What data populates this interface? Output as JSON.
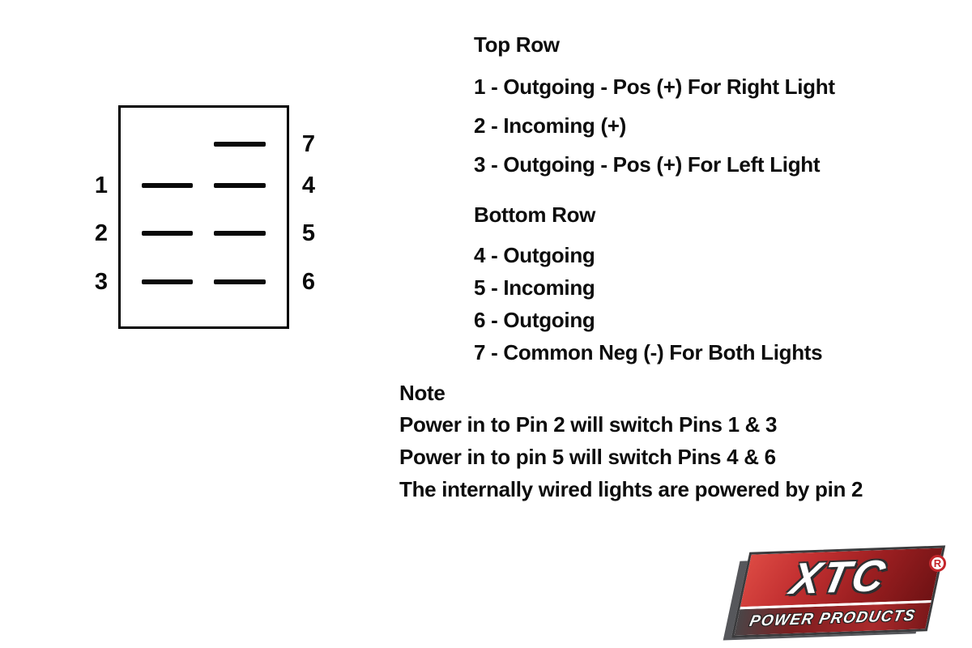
{
  "switch": {
    "left_pins": [
      "1",
      "2",
      "3"
    ],
    "right_pins": [
      "7",
      "4",
      "5",
      "6"
    ]
  },
  "legend": {
    "top_row_title": "Top Row",
    "top_items": [
      "1 - Outgoing - Pos (+) For Right Light",
      "2 - Incoming (+)",
      "3 - Outgoing - Pos (+) For Left Light"
    ],
    "bottom_row_title": "Bottom Row",
    "bottom_items": [
      "4 - Outgoing",
      "5 - Incoming",
      "6 - Outgoing",
      "7 - Common Neg (-) For Both Lights"
    ]
  },
  "note": {
    "title": "Note",
    "lines": [
      "Power in to Pin 2 will switch Pins 1 & 3",
      "Power in to pin 5 will switch Pins 4 & 6",
      "The internally wired lights are powered by pin 2"
    ]
  },
  "logo": {
    "brand": "XTC",
    "tagline": "POWER PRODUCTS",
    "registered_mark": "R",
    "colors": {
      "accent_red": "#c4262b",
      "dark_red": "#6f1214",
      "shadow_gray": "#56575b"
    }
  }
}
